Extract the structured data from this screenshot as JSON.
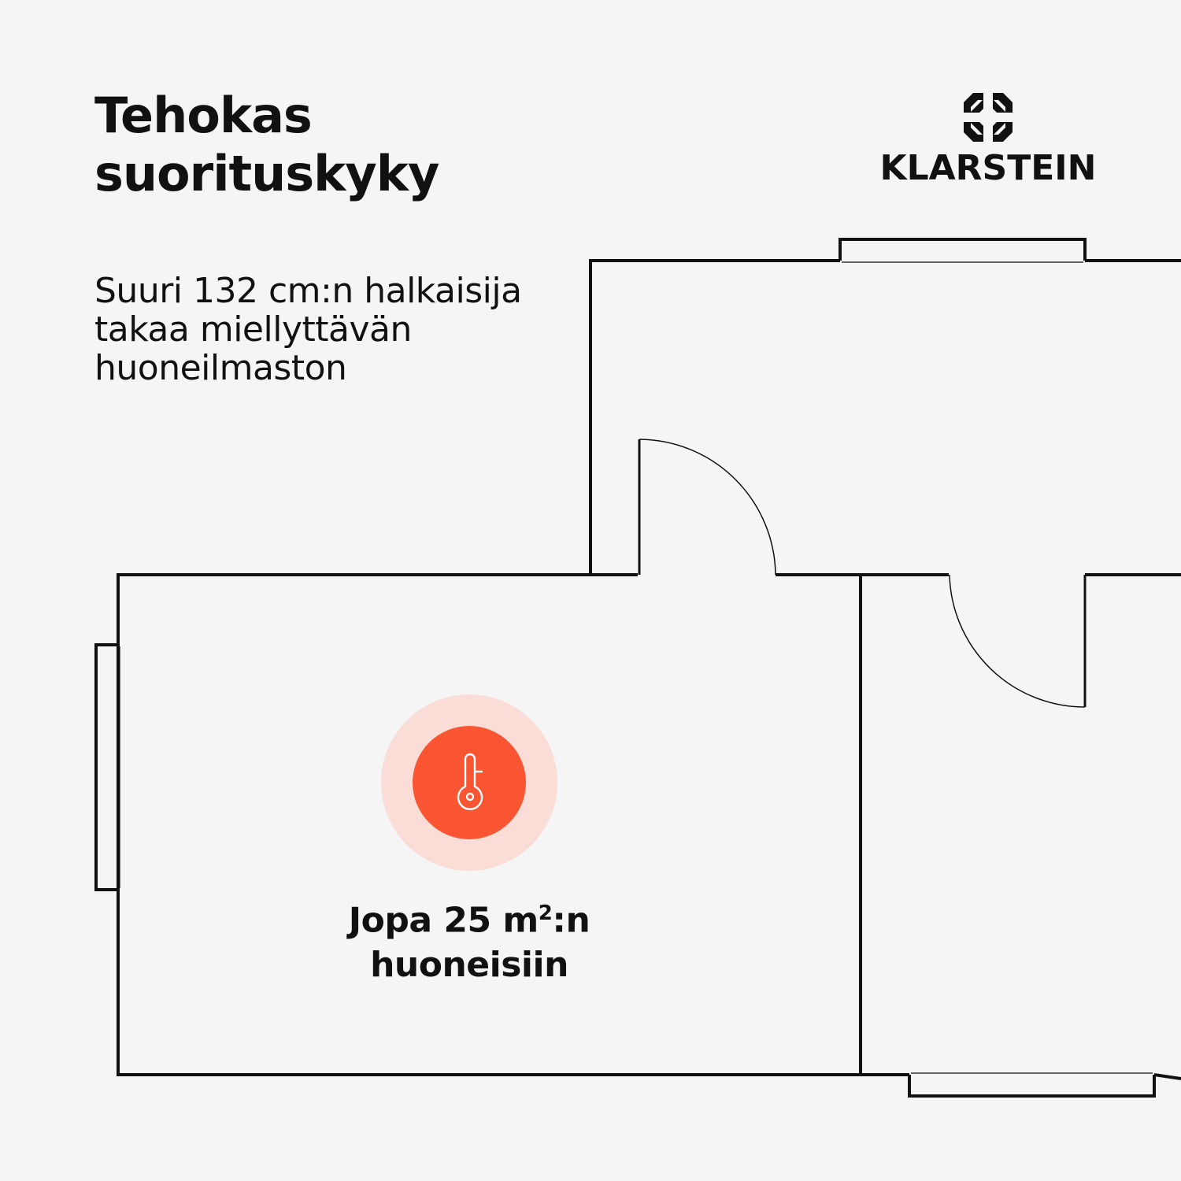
{
  "headline": {
    "line1": "Tehokas",
    "line2": "suorituskyky"
  },
  "description": {
    "line1": "Suuri 132 cm:n halkaisija",
    "line2": "takaa miellyttävän",
    "line3": "huoneilmaston"
  },
  "brand": {
    "name": "KLARSTEIN",
    "icon": "klarstein-logo-icon"
  },
  "room_badge": {
    "icon": "thermometer-icon",
    "line1_prefix": "Jopa 25 m",
    "line1_sup": "2",
    "line1_suffix": ":n",
    "line2": "huoneisiin"
  },
  "colors": {
    "background": "#f5f5f5",
    "walls": "#111111",
    "accent": "#fa5532",
    "accent_halo": "#f9ddd6"
  }
}
